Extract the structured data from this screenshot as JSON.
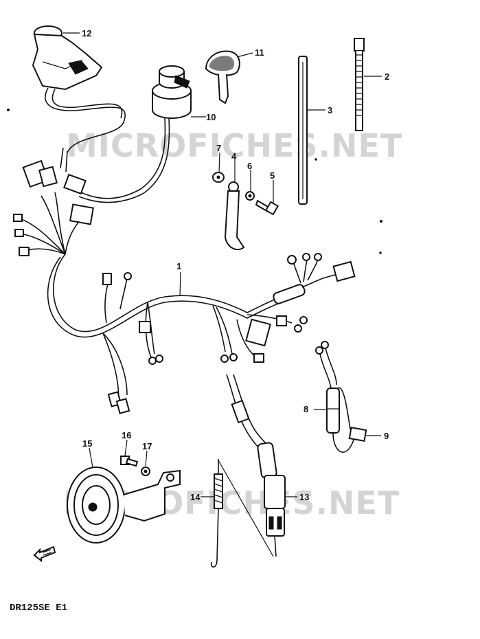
{
  "watermark": "MICROFICHES.NET",
  "model_code": "DR125SE  E1",
  "callouts": [
    "1",
    "2",
    "3",
    "4",
    "5",
    "6",
    "7",
    "8",
    "9",
    "10",
    "11",
    "12",
    "13",
    "14",
    "15",
    "16",
    "17"
  ],
  "colors": {
    "ink": "#111111",
    "watermark": "#d4d4d4",
    "background": "#ffffff"
  },
  "icons": {
    "direction_arrow": "front-arrow-icon"
  }
}
